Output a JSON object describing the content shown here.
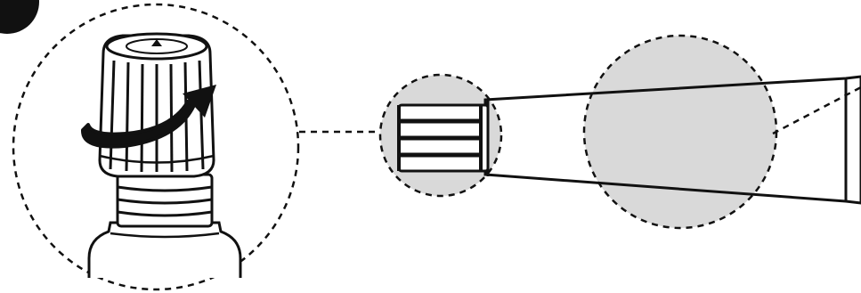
{
  "figure": {
    "step_marker": {
      "icon": "step-marker-circle",
      "color": "#111111"
    },
    "detail_view": {
      "icon": "cap-rotation-detail",
      "rotation_arrow_icon": "curved-arrow-icon"
    },
    "tube_view": {
      "icon": "tube-with-cap",
      "highlight_color": "#d9d9d9"
    },
    "colors": {
      "line": "#111111",
      "shade": "#d9d9d9",
      "background": "#ffffff"
    }
  }
}
